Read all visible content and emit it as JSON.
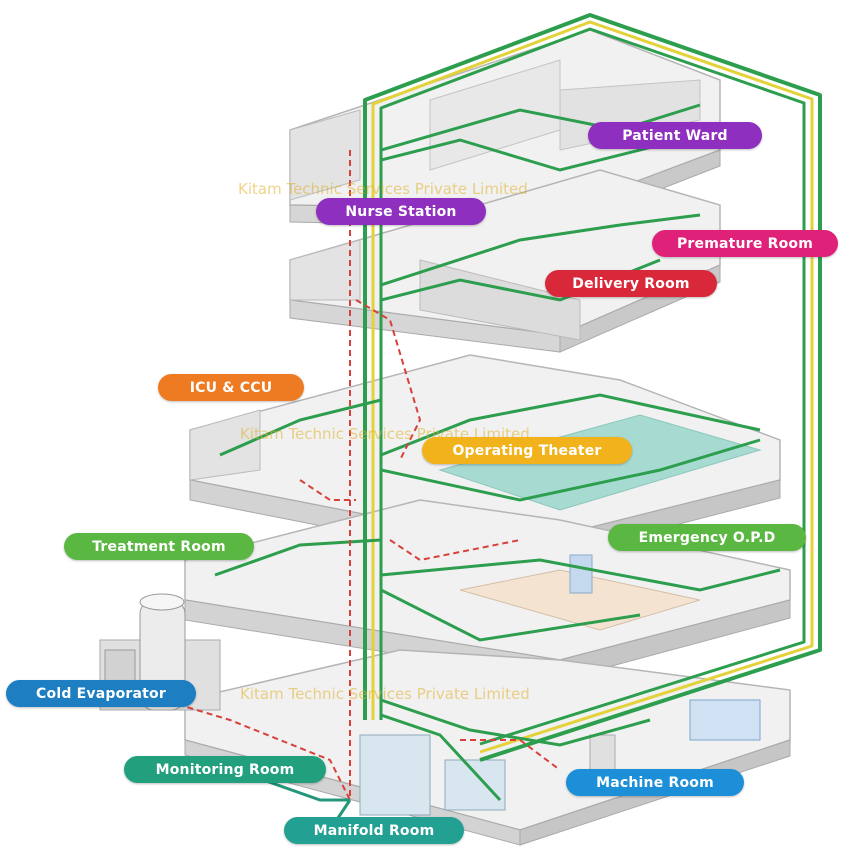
{
  "colors": {
    "pipe_green": "#2d9e4e",
    "pipe_yellow": "#e3d23a",
    "pipe_red": "#d8403c",
    "wall_gray": "#d9d9d9",
    "floor_gray": "#eeeeee",
    "theater_teal": "#8fd3c5"
  },
  "labels": {
    "patient_ward": {
      "text": "Patient Ward",
      "color": "#8e2fbf"
    },
    "nurse_station": {
      "text": "Nurse Station",
      "color": "#8e2fbf"
    },
    "premature_room": {
      "text": "Premature Room",
      "color": "#e0217a"
    },
    "delivery_room": {
      "text": "Delivery Room",
      "color": "#d9283a"
    },
    "icu_ccu": {
      "text": "ICU & CCU",
      "color": "#ee7a22"
    },
    "operating_theater": {
      "text": "Operating Theater",
      "color": "#f2b21b"
    },
    "treatment_room": {
      "text": "Treatment Room",
      "color": "#5ab842"
    },
    "emergency_opd": {
      "text": "Emergency O.P.D",
      "color": "#5ab842"
    },
    "cold_evaporator": {
      "text": "Cold Evaporator",
      "color": "#1d7ec2"
    },
    "monitoring_room": {
      "text": "Monitoring Room",
      "color": "#22a07e"
    },
    "machine_room": {
      "text": "Machine Room",
      "color": "#1d8fd8"
    },
    "manifold_room": {
      "text": "Manifold Room",
      "color": "#22a092"
    }
  },
  "watermark": "Kitam Technic Services Private Limited"
}
